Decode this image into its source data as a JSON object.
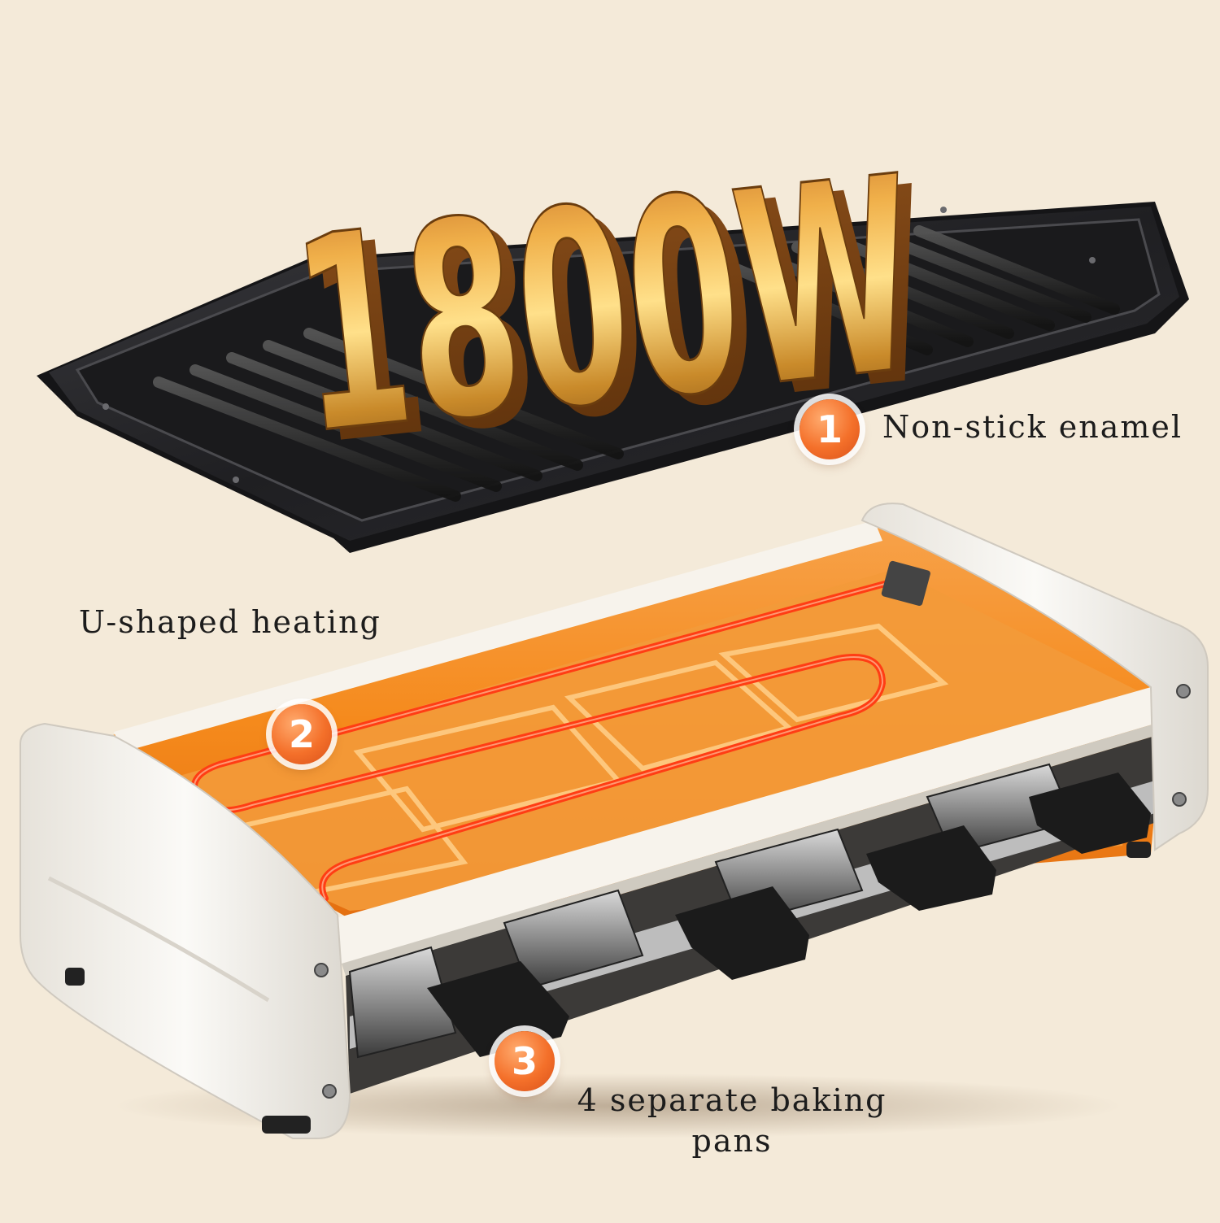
{
  "headline": {
    "power": "1800W"
  },
  "features": [
    {
      "number": "1",
      "label": "Non-stick enamel"
    },
    {
      "number": "2",
      "label": "U-shaped heating"
    },
    {
      "number": "3",
      "label_line1": "4 separate baking",
      "label_line2": "pans"
    }
  ],
  "colors": {
    "background": "#f4ead9",
    "badge": "#f4702a",
    "gold": "#e8a33a",
    "heating_glow": "#f58a1c",
    "grill_plate": "#2a2a2d",
    "housing": "#f2efe9"
  }
}
